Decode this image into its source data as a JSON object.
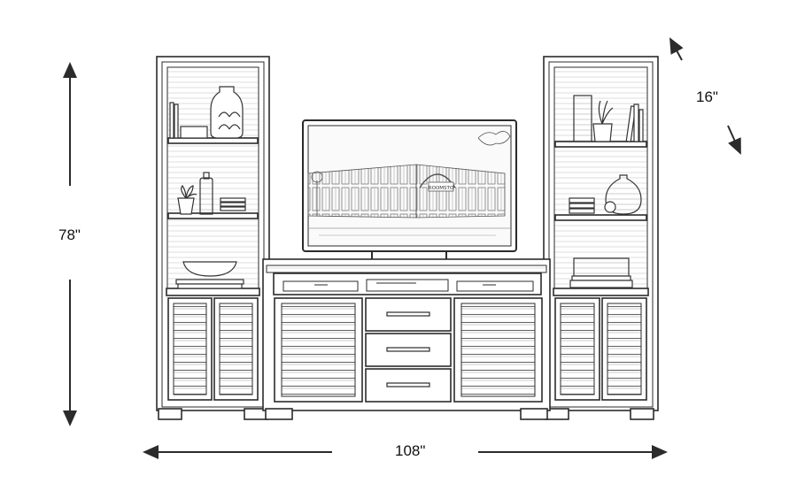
{
  "dimensions": {
    "height": "78\"",
    "depth": "16\"",
    "width": "108\""
  },
  "tv_screen_sign": "ROOMSTO",
  "colors": {
    "line": "#2b2b2b",
    "sketch": "#555555",
    "background": "#ffffff"
  }
}
